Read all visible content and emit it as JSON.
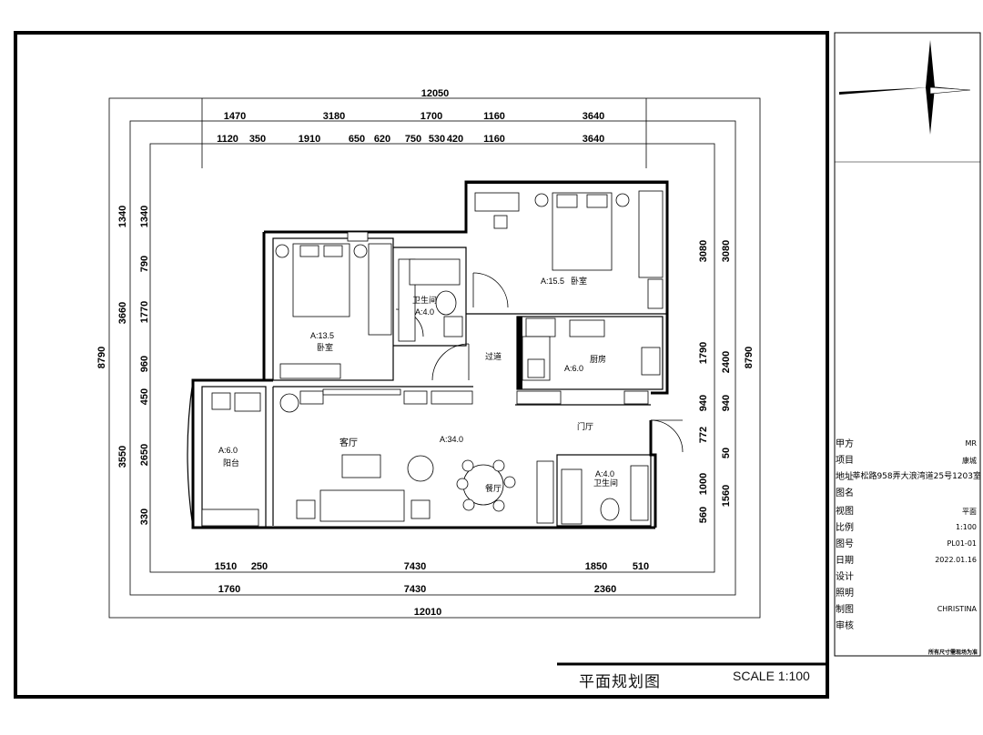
{
  "drawing": {
    "title": "平面规划图",
    "scale_label": "SCALE  1:100",
    "dims_top_total": "12050",
    "dims_top_row1": [
      "1470",
      "3180",
      "1700",
      "1160",
      "3640"
    ],
    "dims_top_row2": [
      "1120",
      "350",
      "1910",
      "650",
      "620",
      "750",
      "530",
      "420",
      "1160",
      "3640"
    ],
    "dims_bottom_row1": [
      "1510",
      "250",
      "7430",
      "1850",
      "510"
    ],
    "dims_bottom_row2": [
      "1760",
      "7430",
      "2360"
    ],
    "dims_bottom_total": "12010",
    "dims_left_total": "8790",
    "dims_left_row1": [
      "1340",
      "3660",
      "3550"
    ],
    "dims_left_row2": [
      "1340",
      "790",
      "1770",
      "960",
      "450",
      "2650",
      "330"
    ],
    "dims_right_row1": [
      "3080",
      "1790",
      "940",
      "772",
      "1000",
      "560"
    ],
    "dims_right_row2": [
      "3080",
      "2400",
      "940",
      "50",
      "1560"
    ],
    "dims_right_total": "8790",
    "rooms": {
      "bedroom1_area": "A:13.5",
      "bedroom1_name": "卧室",
      "bath1_name": "卫生间",
      "bath1_area": "A:4.0",
      "bedroom2_area": "A:15.5",
      "bedroom2_name": "卧室",
      "corridor": "过道",
      "kitchen_name": "厨房",
      "kitchen_area": "A:6.0",
      "living_name": "客厅",
      "living_area": "A:34.0",
      "entry": "门厅",
      "dining": "餐厅",
      "balcony_area": "A:6.0",
      "balcony_name": "阳台",
      "bath2_area": "A:4.0",
      "bath2_name": "卫生间"
    }
  },
  "title_block": {
    "rows": [
      {
        "label": "甲方",
        "value": "MR"
      },
      {
        "label": "项目",
        "value": "康城"
      },
      {
        "label": "地址",
        "value": "莘松路958弄大浪湾道25号1203室"
      },
      {
        "label": "图名",
        "value": ""
      },
      {
        "label": "视图",
        "value": "平面"
      },
      {
        "label": "比例",
        "value": "1:100"
      },
      {
        "label": "图号",
        "value": "PL01-01"
      },
      {
        "label": "日期",
        "value": "2022.01.16"
      },
      {
        "label": "设计",
        "value": ""
      },
      {
        "label": "照明",
        "value": ""
      },
      {
        "label": "制图",
        "value": "CHRISTINA"
      },
      {
        "label": "审核",
        "value": ""
      }
    ],
    "stamp": "所有尺寸需现场为准"
  }
}
